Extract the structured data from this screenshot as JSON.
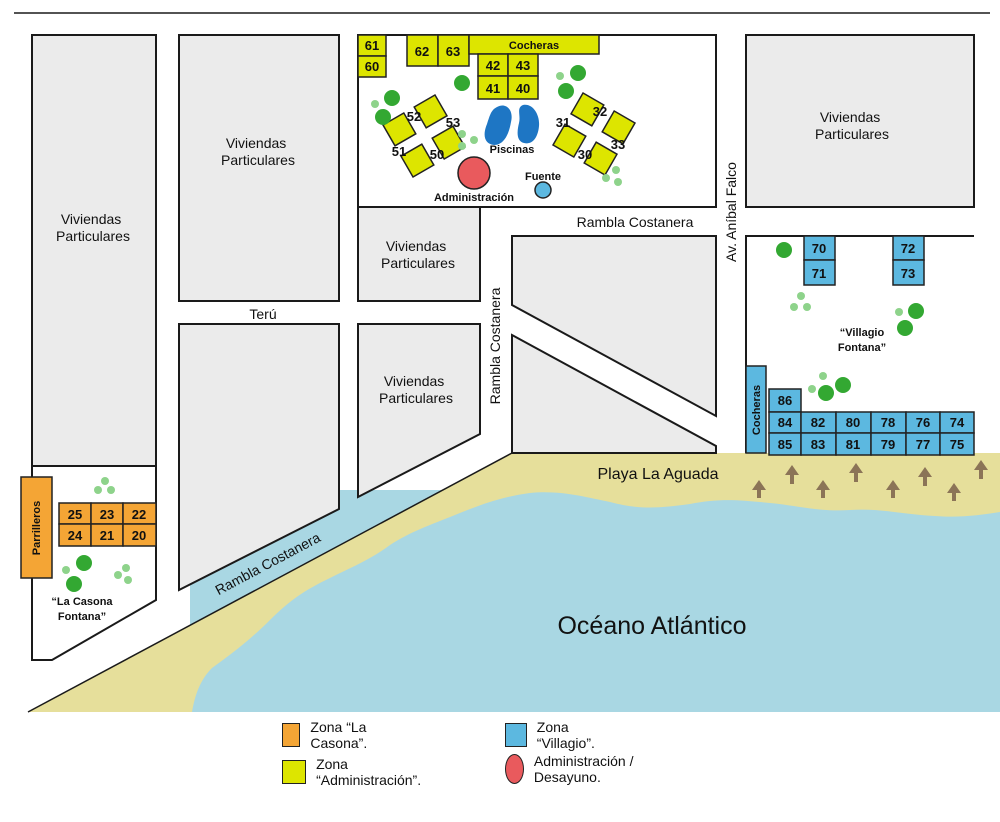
{
  "colors": {
    "casona": "#f4a535",
    "administracion_zone": "#dde500",
    "villagio": "#5cb8e0",
    "administracion_building": "#e95a5d",
    "piscina": "#1e76c4",
    "tree_dark": "#33a832",
    "tree_light": "#8ed38b",
    "sea": "#a9d7e3",
    "sand": "#e6df9b",
    "block": "#ebebeb",
    "palm": "#8b7457"
  },
  "blocks": {
    "b1": "Viviendas\nParticulares",
    "b2": "Viviendas\nParticulares",
    "b3": "Viviendas\nParticulares",
    "b4": "Viviendas\nParticulares",
    "b5": "Viviendas\nParticulares"
  },
  "streets": {
    "teru": "Terú",
    "rambla_top": "Rambla Costanera",
    "rambla_vertical": "Rambla Costanera",
    "rambla_diagonal": "Rambla Costanera",
    "aniba": "Av. Aníbal Falco"
  },
  "labels": {
    "playa": "Playa La Aguada",
    "oceano": "Océano Atlántico",
    "piscinas": "Piscinas",
    "administracion": "Administración",
    "fuente": "Fuente",
    "cocheras_top": "Cocheras",
    "cocheras_side": "Cocheras",
    "parrilleros": "Parrilleros",
    "villagio_line1": "“Villagio",
    "villagio_line2": "Fontana”",
    "casona_line1": "“La Casona",
    "casona_line2": "Fontana”"
  },
  "units": {
    "admin_zone": [
      "61",
      "60",
      "62",
      "63",
      "42",
      "43",
      "41",
      "40",
      "52",
      "53",
      "51",
      "50",
      "32",
      "31",
      "33",
      "30"
    ],
    "villagio_zone": [
      "70",
      "71",
      "72",
      "73",
      "86",
      "84",
      "82",
      "80",
      "78",
      "76",
      "74",
      "85",
      "83",
      "81",
      "79",
      "77",
      "75"
    ],
    "casona_zone": [
      "25",
      "23",
      "22",
      "24",
      "21",
      "20"
    ]
  },
  "legend": [
    {
      "label": "Zona “La Casona”.",
      "color": "#f4a535",
      "shape": "square"
    },
    {
      "label": "Zona “Villagio”.",
      "color": "#5cb8e0",
      "shape": "square"
    },
    {
      "label": "Zona “Administración”.",
      "color": "#dde500",
      "shape": "square"
    },
    {
      "label": "Administración / Desayuno.",
      "color": "#e95a5d",
      "shape": "circle"
    }
  ]
}
